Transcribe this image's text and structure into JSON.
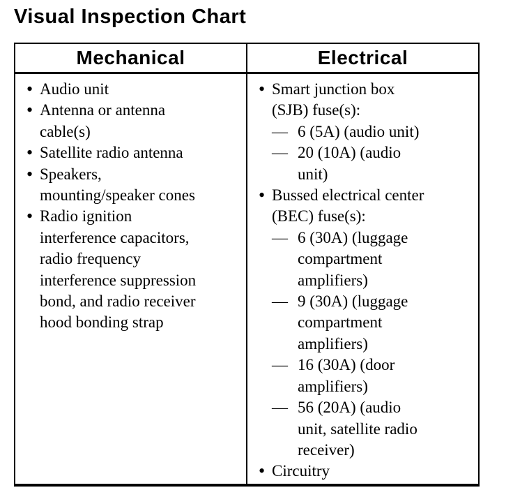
{
  "page": {
    "title": "Visual Inspection Chart"
  },
  "marks": {
    "bullet": "•",
    "dash": "—"
  },
  "colors": {
    "text": "#000000",
    "background": "#ffffff",
    "border": "#000000"
  },
  "table": {
    "columns": [
      {
        "header": "Mechanical",
        "items": [
          {
            "text": "Audio unit"
          },
          {
            "text": "Antenna or antenna cable(s)"
          },
          {
            "text": "Satellite radio antenna"
          },
          {
            "text": "Speakers, mounting/speaker cones"
          },
          {
            "text": "Radio ignition interference capacitors, radio frequency interference suppression bond, and radio receiver hood bonding strap"
          }
        ]
      },
      {
        "header": "Electrical",
        "items": [
          {
            "text": "Smart junction box (SJB) fuse(s):",
            "subitems": [
              "6 (5A) (audio unit)",
              "20 (10A) (audio unit)"
            ]
          },
          {
            "text": "Bussed electrical center (BEC) fuse(s):",
            "subitems": [
              "6 (30A) (luggage compartment amplifiers)",
              "9 (30A) (luggage compartment amplifiers)",
              "16 (30A) (door amplifiers)",
              "56 (20A) (audio unit, satellite radio receiver)"
            ]
          },
          {
            "text": "Circuitry"
          }
        ]
      }
    ]
  }
}
